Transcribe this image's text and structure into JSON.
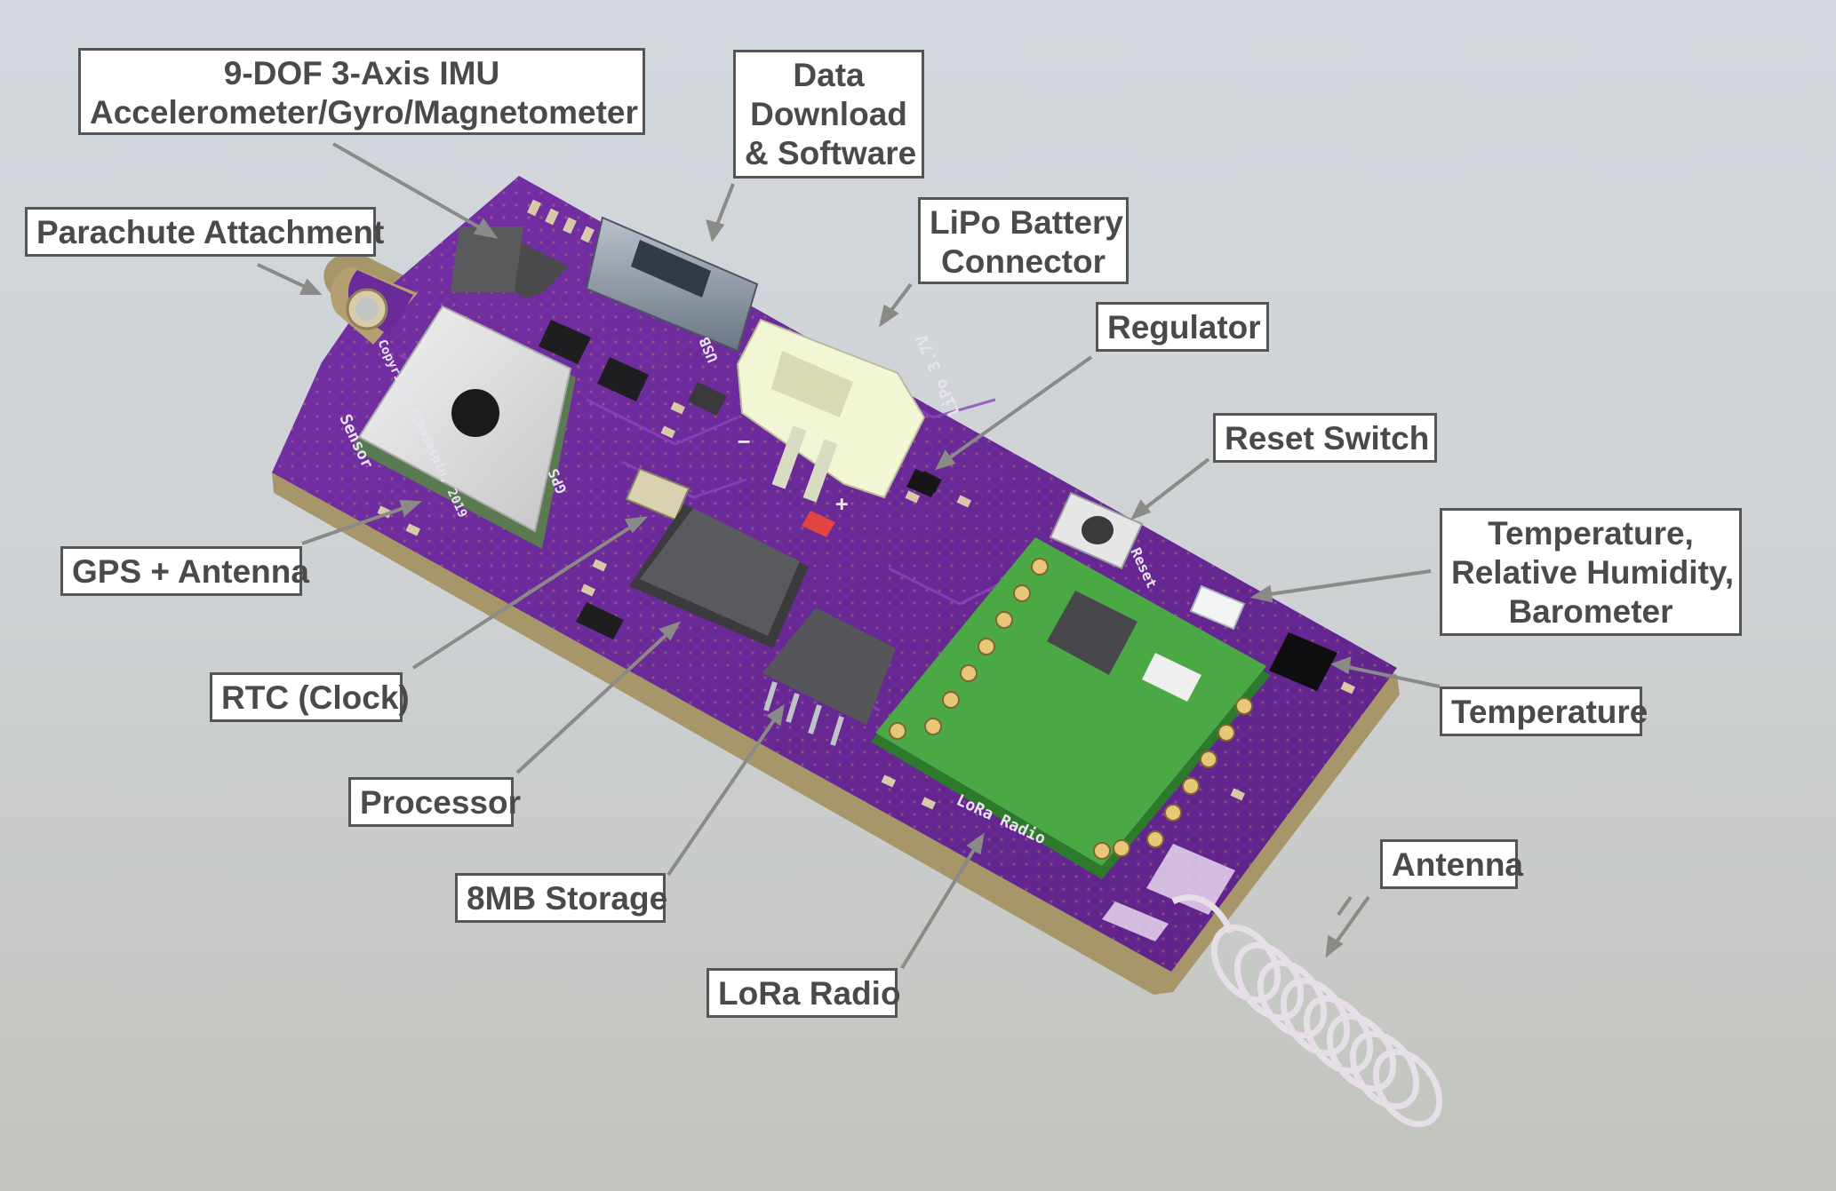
{
  "callouts": {
    "imu": [
      "9-DOF 3-Axis IMU",
      "Accelerometer/Gyro/Magnetometer"
    ],
    "data_download": [
      "Data",
      "Download",
      "& Software"
    ],
    "parachute": "Parachute Attachment",
    "battery": [
      "LiPo Battery",
      "Connector"
    ],
    "regulator": "Regulator",
    "reset": "Reset Switch",
    "thp": [
      "Temperature,",
      "Relative Humidity,",
      "Barometer"
    ],
    "temperature": "Temperature",
    "gps": "GPS + Antenna",
    "rtc": "RTC (Clock)",
    "processor": "Processor",
    "storage": "8MB Storage",
    "lora": "LoRa Radio",
    "antenna": "Antenna"
  },
  "silkscreen": {
    "copyright": "Copyright @chasmspin, 2019",
    "sensor": "Sensor",
    "gps": "GPS",
    "usb": "USB",
    "lipo": "LiPo 3.7V",
    "plus": "+",
    "minus": "−",
    "reset": "Reset",
    "lora": "LoRa Radio"
  },
  "colors": {
    "pcb": "#6a2a9a",
    "pcb_edge": "#b9a77a",
    "lora_module": "#3d9a3a",
    "callout_border": "#555555",
    "leader_line": "#8a8a86"
  }
}
